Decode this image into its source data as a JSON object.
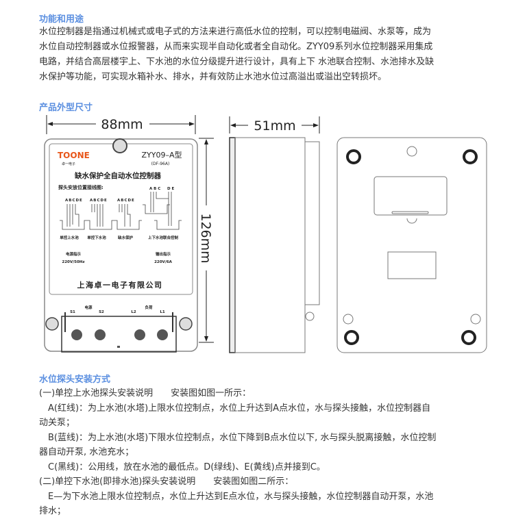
{
  "section1": {
    "title": "功能和用途",
    "lines": [
      "水位控制器是指通过机械式或电子式的方法来进行高低水位的控制，可以控制电磁阀、水泵等，成为",
      "水位自动控制器或水位报警器，从而来实现半自动化或者全自动化。ZYY09系列水位控制器采用集成",
      "电路，并结合高层楼宇上、下水池的水位分级提升进行设计，具有上下 水池联合控制、水池排水及缺",
      "水保护等功能，可实现水箱补水、排水，并有效防止水池水位过高溢出或溢出空转损坏。"
    ]
  },
  "section2": {
    "title": "产品外型尺寸",
    "dims": {
      "width": "88mm",
      "depth": "51mm",
      "height": "126mm"
    },
    "device": {
      "brand": "TOONE",
      "brand_sub": "卓一电子",
      "model": "ZYY09–A型",
      "model_sub": "(DF-96A)",
      "name": "缺水保护全自动水位控制器",
      "wiring_title": "探头安放位置接线图:",
      "probe_letters": "ABCDE",
      "probe_abc": "A B C",
      "probe_de": "D E",
      "modes": [
        "单控上水池",
        "单控下水池",
        "缺水保护",
        "上下水池联合控制"
      ],
      "power_label": "电源指示",
      "power_value": "220V/50Hz",
      "output_label": "输出指示",
      "output_value": "220V/6A",
      "company": "上海卓一电子有限公司",
      "terminal_power": "电源",
      "terminal_load": "负荷",
      "terminals": [
        "S1",
        "S2",
        "L2",
        "L1"
      ]
    }
  },
  "section3": {
    "title": "水位探头安装方式",
    "lines": [
      "(一)单控上水池探头安装说明　　安装图如图一所示：",
      "　A(红线)：为上水池(水塔)上限水位控制点，水位上升达到A点水位，水与探头接触，水位控制器自",
      "动关泵；",
      "　B(蓝线)：为上水池(水塔)下限水位控制点，水位下降到B点水位以下, 水与探头脱离接触，水位控制",
      "器自动开泵, 水池充水；",
      "　C(黑线)：公用线，放在水池的最低点。D(绿线)、E(黄线)点并接到C。",
      "(二)单控下水池(即排水池)探头安装说明　　安装图如图二所示：",
      "　E—为下水池上限水位控制点，水位上升达到E点水位，水与探头接触，水位控制器自动开泵，水池",
      "排水；"
    ]
  }
}
